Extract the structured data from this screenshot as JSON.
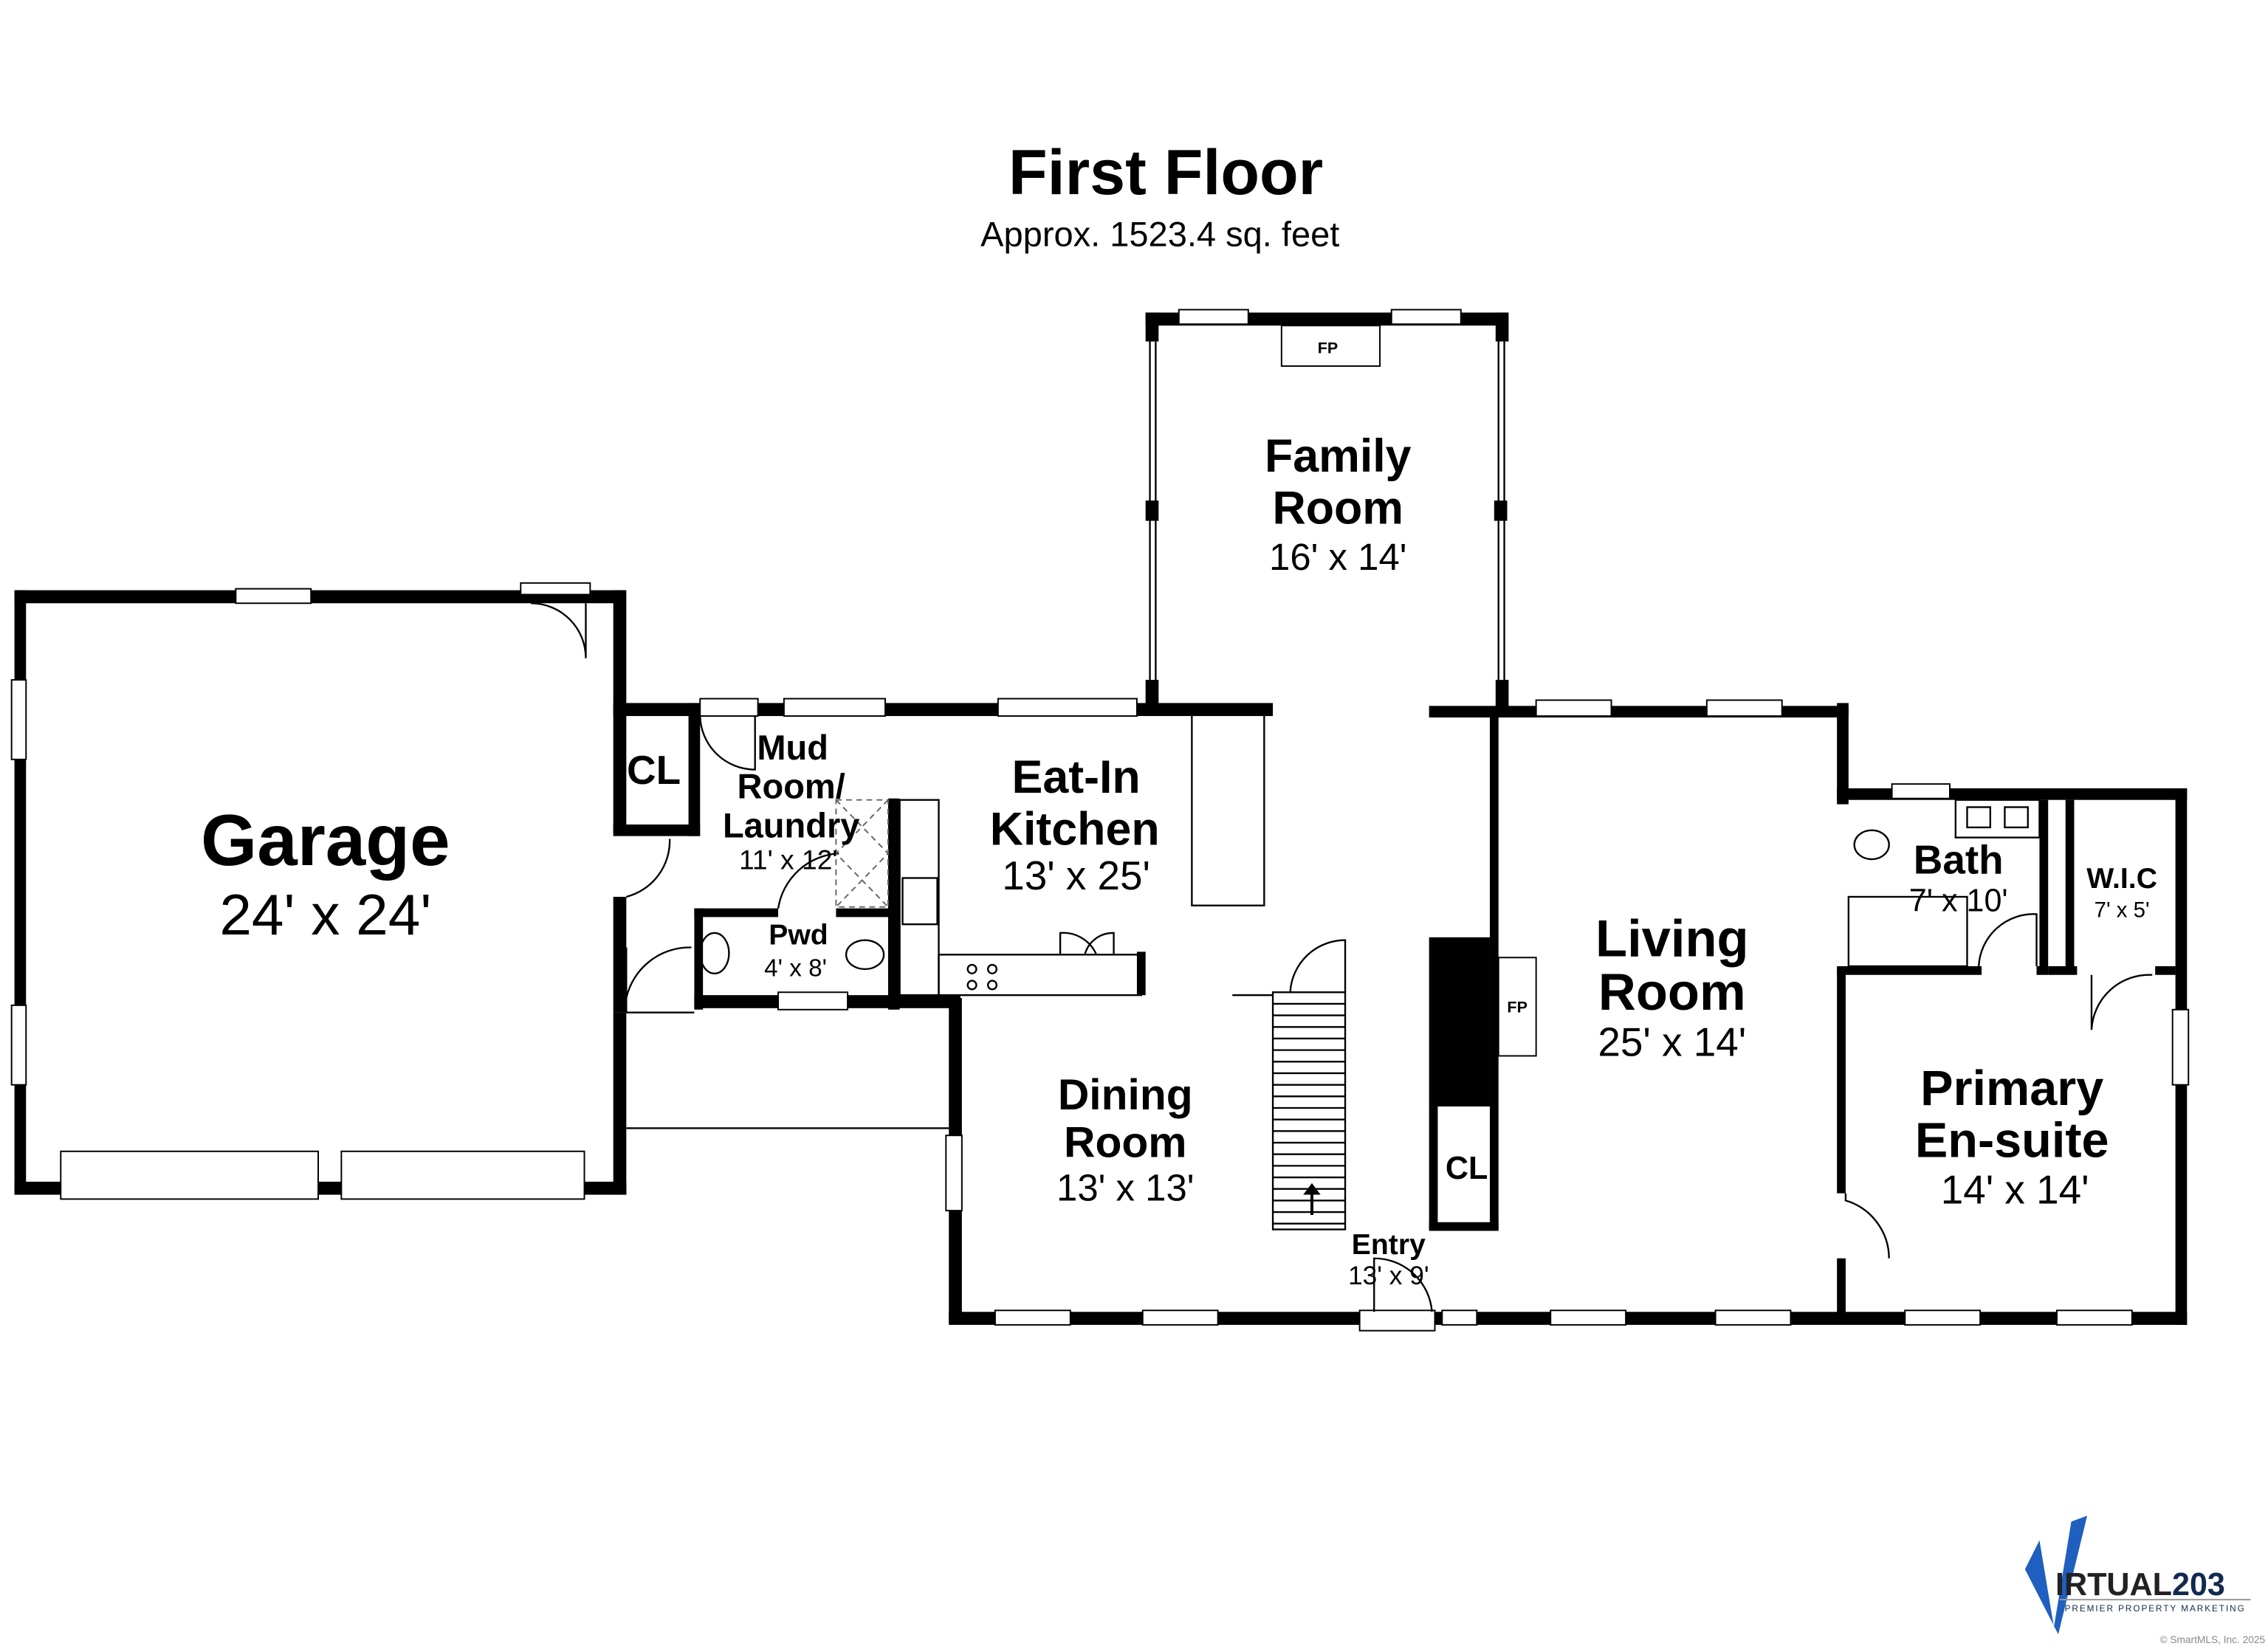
{
  "header": {
    "title": "First Floor",
    "subtitle": "Approx. 1523.4 sq. feet"
  },
  "rooms": {
    "garage": {
      "name": "Garage",
      "dims": "24' x 24'"
    },
    "closet_mud": {
      "name": "CL"
    },
    "mud_room": {
      "name_line1": "Mud",
      "name_line2": "Room/",
      "name_line3": "Laundry",
      "dims": "11' x 12'"
    },
    "powder": {
      "name": "Pwd",
      "dims": "4' x 8'"
    },
    "kitchen": {
      "name_line1": "Eat-In",
      "name_line2": "Kitchen",
      "dims": "13' x 25'"
    },
    "family": {
      "name_line1": "Family",
      "name_line2": "Room",
      "dims": "16' x 14'",
      "fireplace": "FP"
    },
    "dining": {
      "name_line1": "Dining",
      "name_line2": "Room",
      "dims": "13' x 13'"
    },
    "entry": {
      "name": "Entry",
      "dims": "13' x 9'"
    },
    "closet_entry": {
      "name": "CL"
    },
    "living": {
      "name_line1": "Living",
      "name_line2": "Room",
      "dims": "25' x 14'",
      "fireplace": "FP"
    },
    "bath": {
      "name": "Bath",
      "dims": "7' x 10'"
    },
    "wic": {
      "name": "W.I.C",
      "dims": "7' x 5'"
    },
    "primary": {
      "name_line1": "Primary",
      "name_line2": "En-suite",
      "dims": "14' x 14'"
    }
  },
  "logo": {
    "brand": "VIRTUAL203",
    "tagline": "PREMIER PROPERTY MARKETING",
    "colors": {
      "blue": "#1f5fbf",
      "navy": "#13294f"
    }
  },
  "copyright": "© SmartMLS, Inc.  2025"
}
